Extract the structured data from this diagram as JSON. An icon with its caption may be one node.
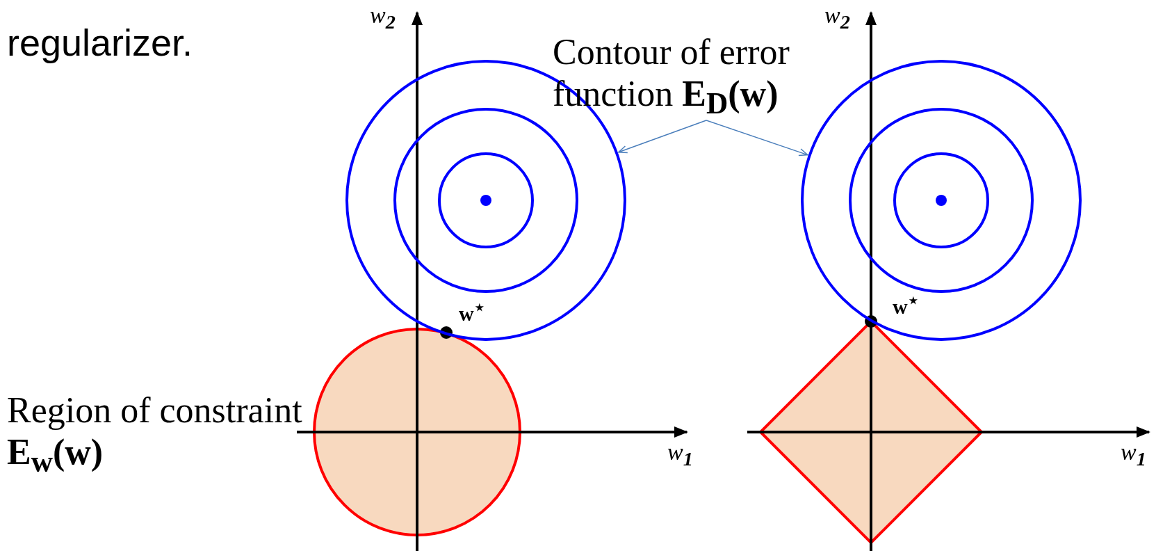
{
  "diagram": {
    "nodes": [
      {
        "text": [
          "Contour of error function **E**$_{D}$**(w)**"
        ]
      },
      {
        "text": [],
        "shape": "circle"
      },
      {
        "text": [],
        "shape": "circle"
      }
    ],
    "edges": [
      {
        "from": 0,
        "to": 1,
        "arrow": "to"
      },
      {
        "from": 0,
        "to": 2,
        "arrow": "to"
      }
    ],
    "labels": [
      "w$_{2}$",
      "w$_{2}$",
      "regularizer.",
      "w$^{⋆}$",
      "w$^{⋆}$",
      "Region of constraint **E**$_{w}$**(w)**",
      "w$_{1}$",
      "w$_{1}$"
    ]
  }
}
